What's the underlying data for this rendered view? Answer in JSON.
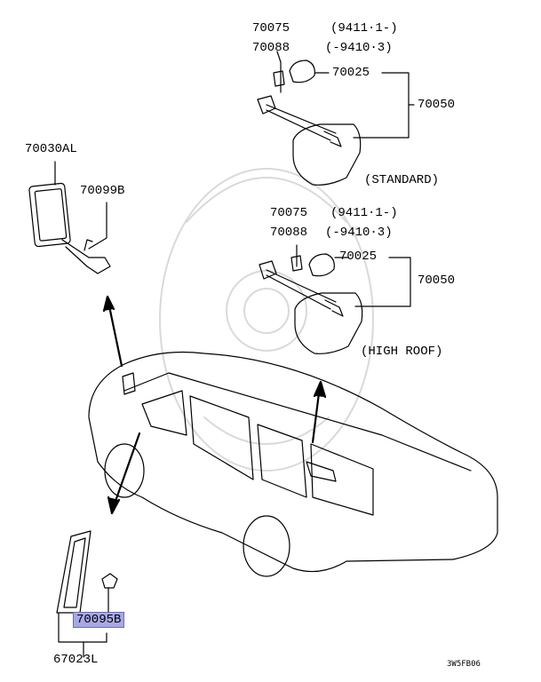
{
  "colors": {
    "highlight": "#a8a8e6",
    "line": "#000000",
    "watermark": "#d9d9d9"
  },
  "labels": {
    "std_70075": "70075",
    "std_range1": "(9411·1-)",
    "std_70088": "70088",
    "std_range2": "(-9410·3)",
    "std_70025": "70025",
    "std_70050": "70050",
    "standard": "(STANDARD)",
    "p70030AL": "70030AL",
    "p70099B": "70099B",
    "hr_70075": "70075",
    "hr_range1": "(9411·1-)",
    "hr_70088": "70088",
    "hr_range2": "(-9410·3)",
    "hr_70025": "70025",
    "hr_70050": "70050",
    "high_roof": "(HIGH ROOF)",
    "p70095B": "70095B",
    "p67023L": "67023L",
    "diagram_code": "3W5FB06"
  }
}
